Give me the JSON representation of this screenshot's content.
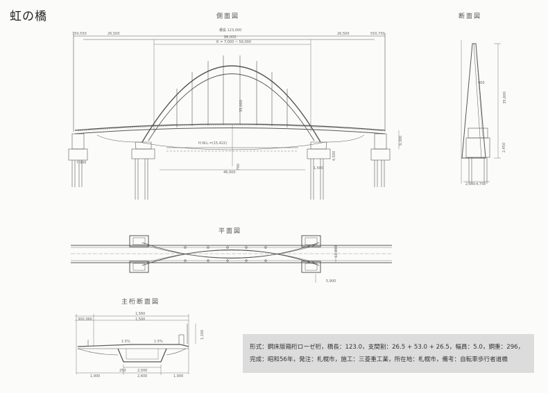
{
  "title": "虹の橋",
  "views": {
    "side": "側面図",
    "section": "断面図",
    "plan": "平面図",
    "girder": "主桁断面図"
  },
  "side_dims": {
    "total": "橋長 123,000",
    "center": "88,000",
    "left_seg": "26,500",
    "right_seg": "26,500",
    "left_end": "750,550",
    "right_end": "550,750",
    "radius": "R = 7,000 ~ 56,000",
    "rise": "35,000",
    "chord": "H.W.L.=(15,422)",
    "pier_left": "7,000",
    "pier_right": "1,500",
    "base": "46,000",
    "vert": "4,500",
    "mid_depth": "790",
    "height": "9,300"
  },
  "section_dims": {
    "height": "35,000",
    "top": "900",
    "base_left": "2,900",
    "base_right": "4,750",
    "foot": "2,450"
  },
  "plan_dims": {
    "width": "12,000",
    "edge": "5,900"
  },
  "girder_dims": {
    "total": "1,560",
    "inner": "1,500",
    "left_parts": "300,360",
    "slope_left": "1.5%",
    "slope_right": "1.5%",
    "height": "1,100",
    "bottom_left": "1,900",
    "bottom_center": "2,000",
    "bottom_right": "1,900",
    "center_low": "2,600",
    "bracket": "250"
  },
  "info": {
    "line1": "形式：鋼床版箱桁ローゼ桁，橋長：123.0，支間割：26.5 + 53.0 + 26.5，幅員：5.0，鋼重：296，",
    "line2": "完成：昭和56年，発注：札幌市，施工：三菱重工業，所在地：札幌市，備考：自転車歩行者道橋"
  }
}
